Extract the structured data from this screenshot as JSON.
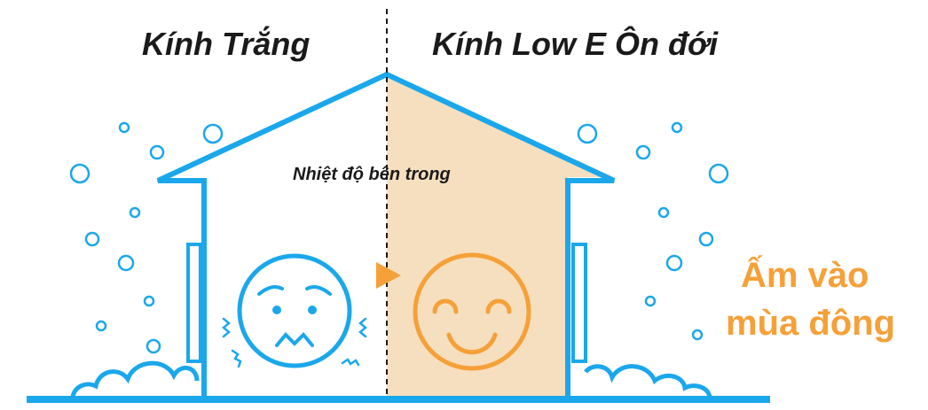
{
  "titles": {
    "left": "Kính Trắng",
    "right": "Kính Low E Ôn đới"
  },
  "inner_label": "Nhiệt độ bên trong",
  "warm_caption": {
    "line1": "Ấm vào",
    "line2": "mùa đông"
  },
  "colors": {
    "outline_blue": "#1aa7ec",
    "warm_orange": "#f5a038",
    "warm_fill": "#f6dfbe",
    "text_dark": "#1a1a1a"
  },
  "icons": {
    "left_face": "cold-worried-face-icon",
    "right_face": "warm-smiling-face-icon",
    "arrow": "play-arrow-icon",
    "snow": "snow-bubble-icon"
  }
}
